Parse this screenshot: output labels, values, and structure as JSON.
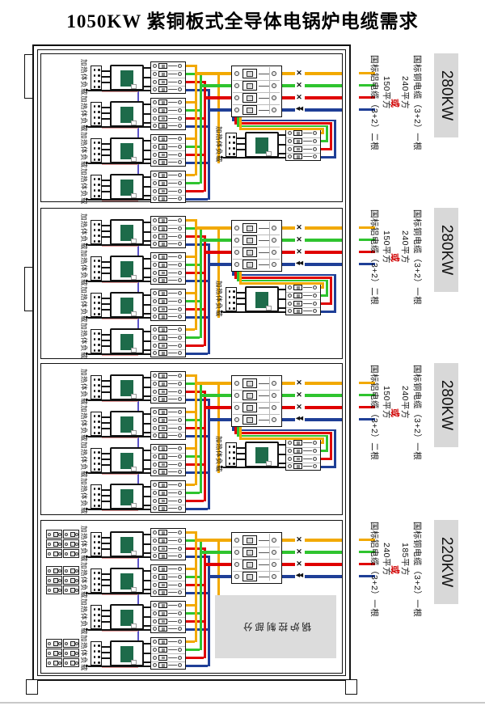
{
  "title": "1050KW 紫铜板式全导体电锅炉电缆需求",
  "unit_label": "加热体负载",
  "control_box_label": "锅炉控制部分",
  "or_label": "或",
  "symbols": {
    "phase_break": "✕",
    "neutral_break": "◀◀"
  },
  "colors": {
    "wire_yellow": "#F2A900",
    "wire_green": "#2FC42F",
    "wire_red": "#E00000",
    "wire_blue": "#1F3F97",
    "ssr_green": "#1D6B4A",
    "kw_box_gray": "#D8D8D8",
    "control_box_gray": "#DCDCDC",
    "or_red": "#D00000",
    "pink_wire": "#E39A9A",
    "violet_wire": "#5B52C7"
  },
  "sections": [
    {
      "kw": "280KW",
      "copper": "国标铜电缆（3+2）一根",
      "copper_size": "240平方",
      "aluminum": "国标铝电缆（3+2）二根",
      "aluminum_size": "150平方",
      "has_fifth_unit": true,
      "has_grids": false,
      "has_control_box": false
    },
    {
      "kw": "280KW",
      "copper": "国标铜电缆（3+2）一根",
      "copper_size": "240平方",
      "aluminum": "国标铝电缆（3+2）二根",
      "aluminum_size": "150平方",
      "has_fifth_unit": true,
      "has_grids": false,
      "has_control_box": false
    },
    {
      "kw": "280KW",
      "copper": "国标铜电缆（3+2）一根",
      "copper_size": "240平方",
      "aluminum": "国标铝电缆（3+2）二根",
      "aluminum_size": "150平方",
      "has_fifth_unit": true,
      "has_grids": false,
      "has_control_box": false
    },
    {
      "kw": "220KW",
      "copper": "国标铜电缆（3+2）一根",
      "copper_size": "185平方",
      "aluminum": "国标铝电缆（3+2）一根",
      "aluminum_size": "240平方",
      "has_fifth_unit": false,
      "has_grids": true,
      "has_control_box": true
    }
  ]
}
